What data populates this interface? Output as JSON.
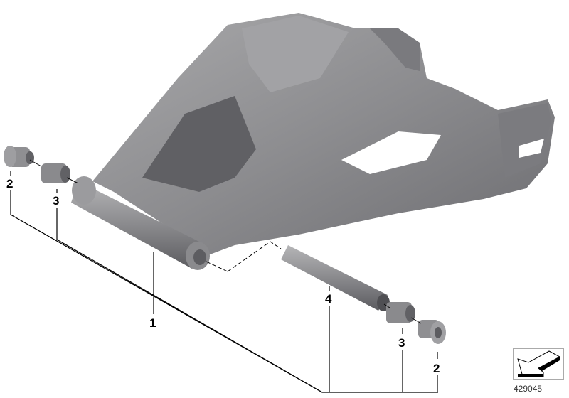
{
  "diagram": {
    "callouts": [
      {
        "id": "c1",
        "label": "1"
      },
      {
        "id": "c2a",
        "label": "2"
      },
      {
        "id": "c2b",
        "label": "2"
      },
      {
        "id": "c3a",
        "label": "3"
      },
      {
        "id": "c3b",
        "label": "3"
      },
      {
        "id": "c4",
        "label": "4"
      }
    ],
    "reference_number": "429045",
    "colors": {
      "part": "#8e8e90",
      "part_light": "#b8b8ba",
      "part_dark": "#5f5f62",
      "line": "#000000"
    }
  }
}
